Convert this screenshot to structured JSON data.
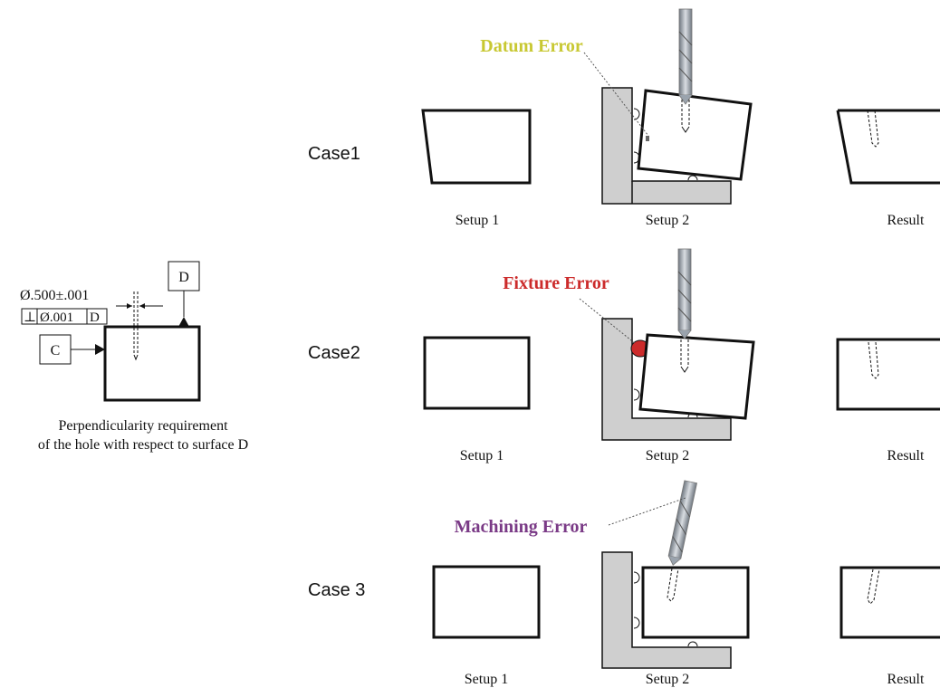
{
  "colors": {
    "datum_error": "#c8c832",
    "fixture_error": "#cc2b2b",
    "machining_error": "#7a3a86",
    "fixture_fill": "#cfcfcf",
    "line": "#111111",
    "drill": "#9aa3ad"
  },
  "left_panel": {
    "dimension": "Ø.500±.001",
    "tolerance_symbol": "⊥",
    "tolerance_value": "Ø.001",
    "tolerance_datum": "D",
    "datum_d": "D",
    "datum_c": "C",
    "caption_line1": "Perpendicularity requirement",
    "caption_line2": "of the hole with respect to surface D"
  },
  "cases": [
    {
      "label": "Case1",
      "error_label": "Datum Error",
      "setup1": "Setup 1",
      "setup2": "Setup 2",
      "result": "Result"
    },
    {
      "label": "Case2",
      "error_label": "Fixture Error",
      "setup1": "Setup 1",
      "setup2": "Setup 2",
      "result": "Result"
    },
    {
      "label": "Case 3",
      "error_label": "Machining Error",
      "setup1": "Setup 1",
      "setup2": "Setup 2",
      "result": "Result"
    }
  ]
}
